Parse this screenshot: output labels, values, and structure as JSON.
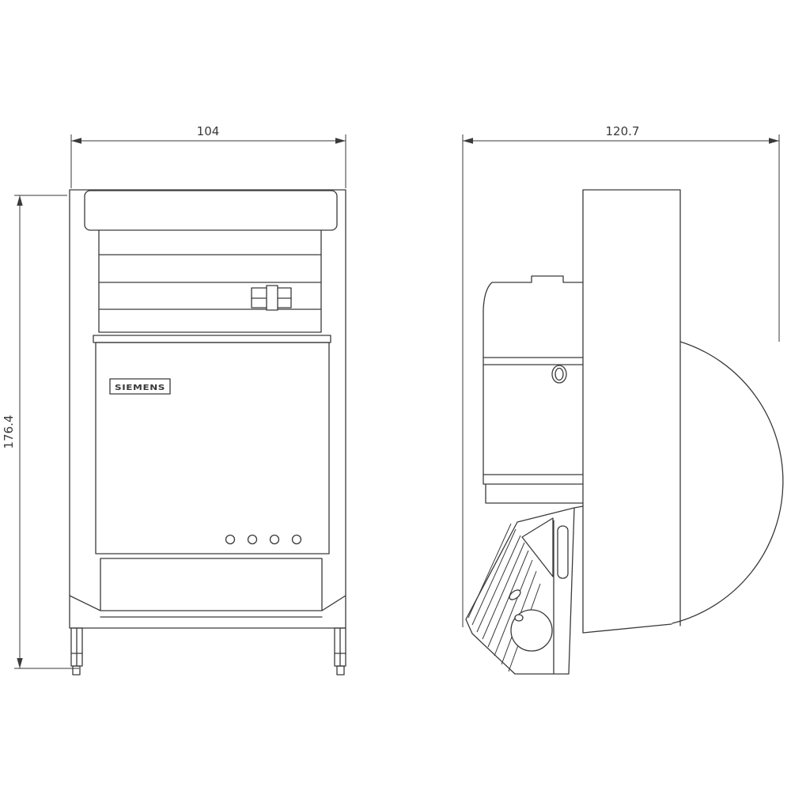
{
  "page": {
    "background": "#ffffff",
    "line_color": "#3a3a3a"
  },
  "drawing": {
    "type": "technical-dimension-drawing",
    "brand_label": "SIEMENS",
    "dimensions": {
      "width_mm": "104",
      "depth_mm": "120.7",
      "height_mm": "176.4"
    }
  }
}
